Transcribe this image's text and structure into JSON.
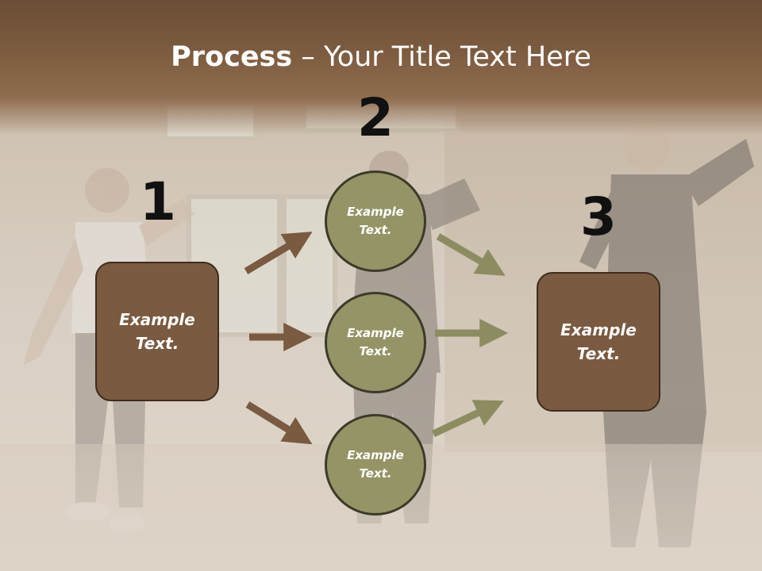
{
  "title": {
    "bold": "Process",
    "rest": " – Your Title Text Here"
  },
  "steps": [
    {
      "number": "1",
      "text": "Example Text."
    },
    {
      "number": "2"
    },
    {
      "number": "3",
      "text": "Example Text."
    }
  ],
  "circles": [
    {
      "text": "Example Text."
    },
    {
      "text": "Example Text."
    },
    {
      "text": "Example Text."
    }
  ],
  "colors": {
    "box_fill": "#7a5a40",
    "circle_fill": "#949466",
    "brown_arrow": "#7a5a40",
    "olive_arrow": "#8c8c60",
    "header_band": "#6b4e36"
  }
}
